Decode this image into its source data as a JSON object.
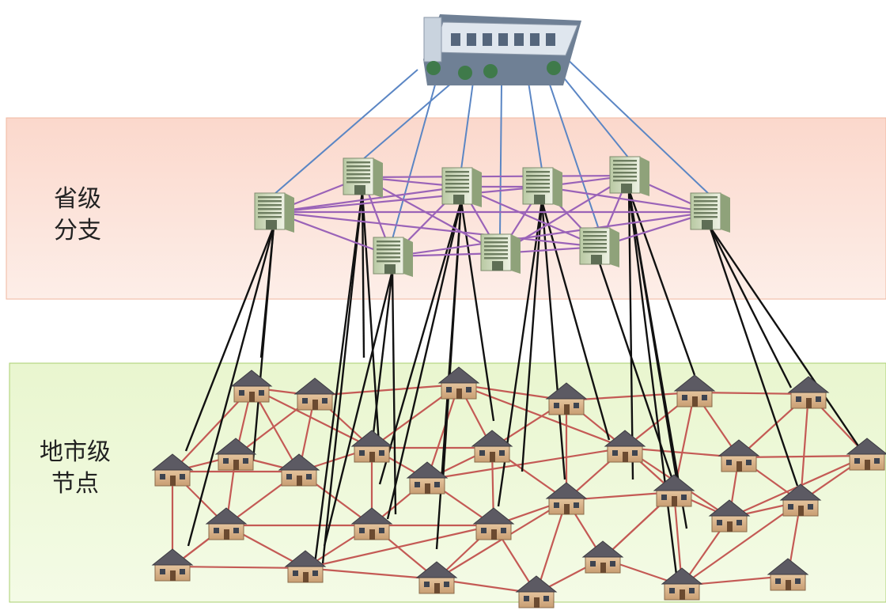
{
  "bands": {
    "province": {
      "label_line1": "省级",
      "label_line2": "分支",
      "fill_top": "#fbd8cc",
      "fill_bottom": "#fdeee8",
      "stroke": "#f0b79f"
    },
    "city": {
      "label_line1": "地市级",
      "label_line2": "节点",
      "fill_top": "#e9f6cf",
      "fill_bottom": "#f4fbe6",
      "stroke": "#a9cf6f"
    }
  },
  "colors": {
    "hq_link": "#5b86c4",
    "province_mesh": "#9a63b8",
    "uplink": "#111111",
    "city_mesh": "#c45a55"
  },
  "icons": {
    "headquarters": "headquarters-building-icon",
    "province": "province-server-icon",
    "city": "city-house-icon"
  }
}
